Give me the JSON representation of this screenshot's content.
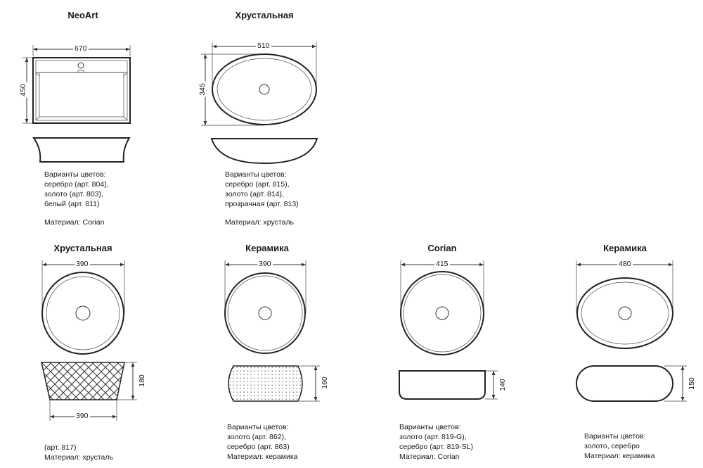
{
  "items": [
    {
      "title": "NeoArt",
      "dims": {
        "width": "670",
        "height": "450"
      },
      "desc": [
        "Варианты цветов:",
        "серебро (арт. 804),",
        "золото (арт. 803),",
        "белый (арт. 811)",
        "",
        "Материал: Corian"
      ]
    },
    {
      "title": "Хрустальная",
      "dims": {
        "width": "510",
        "height": "345"
      },
      "desc": [
        "Варианты цветов:",
        "серебро (арт. 815),",
        "золото (арт. 814),",
        "прозрачная (арт. 813)",
        "",
        "Материал: хрусталь"
      ]
    },
    {
      "title": "Хрустальная",
      "dims": {
        "width": "390",
        "height": "180",
        "bottom_width": "390"
      },
      "desc": [
        "(арт. 817)",
        "Материал: хрусталь"
      ]
    },
    {
      "title": "Керамика",
      "dims": {
        "width": "390",
        "height": "160"
      },
      "desc": [
        "Варианты цветов:",
        "золото (арт. 862),",
        "серебро (арт. 863)",
        "Материал: керамика"
      ]
    },
    {
      "title": "Corian",
      "dims": {
        "width": "415",
        "height": "140"
      },
      "desc": [
        "Варианты цветов:",
        "золото (арт. 819-G),",
        "серебро (арт. 819-SL)",
        "Материал: Corian"
      ]
    },
    {
      "title": "Керамика",
      "dims": {
        "width": "480",
        "height": "150"
      },
      "desc": [
        "Варианты цветов:",
        "золото, серебро",
        "Материал: керамика"
      ]
    }
  ]
}
